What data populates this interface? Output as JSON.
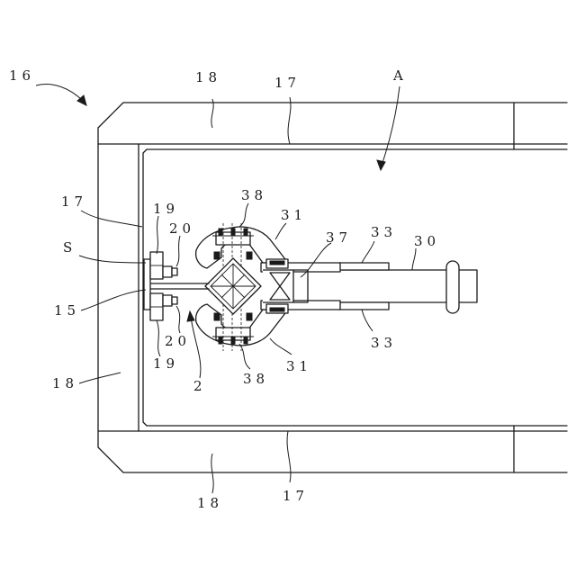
{
  "labels": {
    "l16": "16",
    "l18_top": "18",
    "l17_top": "17",
    "lA": "A",
    "l17_left": "17",
    "l19_top": "19",
    "l20_top": "20",
    "lS": "S",
    "l15": "15",
    "l20_bottom": "20",
    "l19_bottom": "19",
    "l18_left": "18",
    "l2": "2",
    "l38_top": "38",
    "l31_top": "31",
    "l37": "37",
    "l33_top": "33",
    "l30": "30",
    "l33_bottom": "33",
    "l38_bottom": "38",
    "l31_bottom": "31",
    "l18_bottom": "18",
    "l17_bottom": "17"
  }
}
